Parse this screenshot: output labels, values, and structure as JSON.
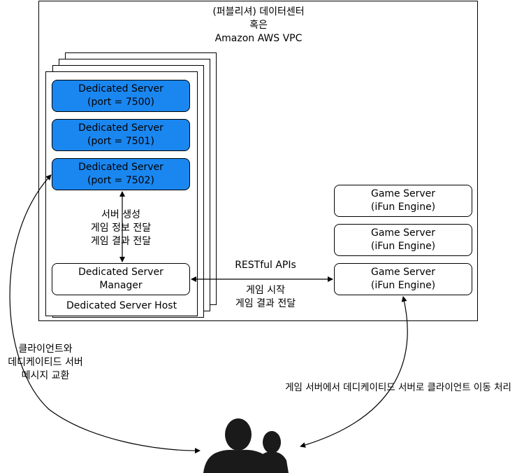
{
  "vpc": {
    "line1": "(퍼블리셔) 데이터센터",
    "line2": "혹은",
    "line3": "Amazon AWS VPC"
  },
  "host": {
    "label": "Dedicated Server Host"
  },
  "dedicated_servers": [
    {
      "line1": "Dedicated Server",
      "line2": "(port = 7500)"
    },
    {
      "line1": "Dedicated Server",
      "line2": "(port = 7501)"
    },
    {
      "line1": "Dedicated Server",
      "line2": "(port = 7502)"
    }
  ],
  "manager": {
    "line1": "Dedicated Server",
    "line2": "Manager"
  },
  "manager_notes": {
    "line1": "서버 생성",
    "line2": "게임 정보 전달",
    "line3": "게임 결과 전달"
  },
  "game_servers": [
    {
      "line1": "Game Server",
      "line2": "(iFun Engine)"
    },
    {
      "line1": "Game Server",
      "line2": "(iFun Engine)"
    },
    {
      "line1": "Game Server",
      "line2": "(iFun Engine)"
    }
  ],
  "rest": {
    "title": "RESTful APIs",
    "line1": "게임 시작",
    "line2": "게임 결과 전달"
  },
  "client_note": {
    "line1": "클라이언트와",
    "line2": "데디케이티드 서버",
    "line3": "메시지 교환"
  },
  "gameserver_note": {
    "text": "게임 서버에서 데디케이티드 서버로 클라이언트 이동 처리"
  },
  "icons": {
    "users": "users-silhouette-icon"
  },
  "colors": {
    "dedicated_server_fill": "#1a87f0",
    "users_fill": "#1a1a1a"
  }
}
